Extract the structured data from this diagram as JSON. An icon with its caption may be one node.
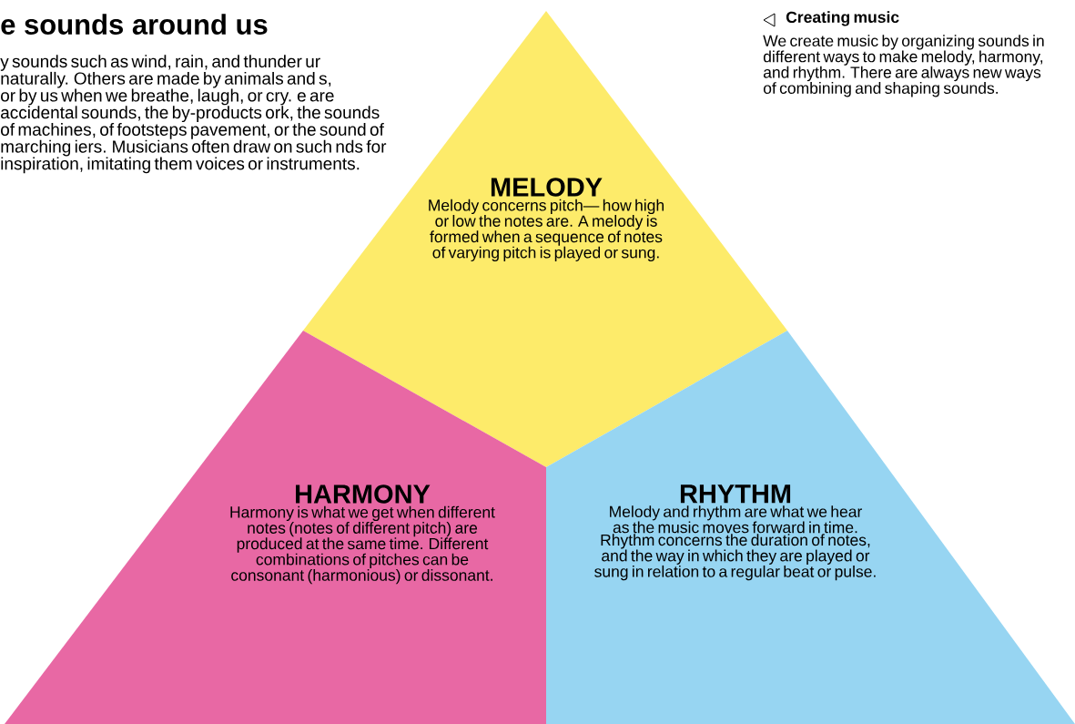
{
  "diagram": {
    "title": "e sounds around us",
    "nodes": [
      {
        "text": [
          "MELODY",
          "Melody concerns pitch— how high or low the notes are. A melody is formed when a sequence of notes of varying pitch is played or sung."
        ]
      },
      {
        "text": [
          "HARMONY",
          "Harmony is what we get when different notes (notes of different pitch) are produced at the same time. Different combinations of pitches can be consonant (harmonious) or dissonant."
        ]
      },
      {
        "text": [
          "RHYTHM",
          "Melody and rhythm are what we hear as the music moves forward in time. Rhythm concerns the duration of notes, and the way in which they are played or sung in relation to a regular beat or pulse."
        ]
      }
    ],
    "labels": [
      "y sounds such as wind, rain, and thunder ur naturally. Others are made by animals and s, or by us when we breathe, laugh, or cry. e are accidental sounds, the by-products ork, the sounds of machines, of footsteps pavement, or the sound of marching iers. Musicians often draw on such nds for inspiration, imitating them voices or instruments.",
      "Creating music",
      "We create music by organizing sounds in different ways to make melody, harmony, and rhythm. There are always new ways of combining and shaping sounds."
    ]
  }
}
